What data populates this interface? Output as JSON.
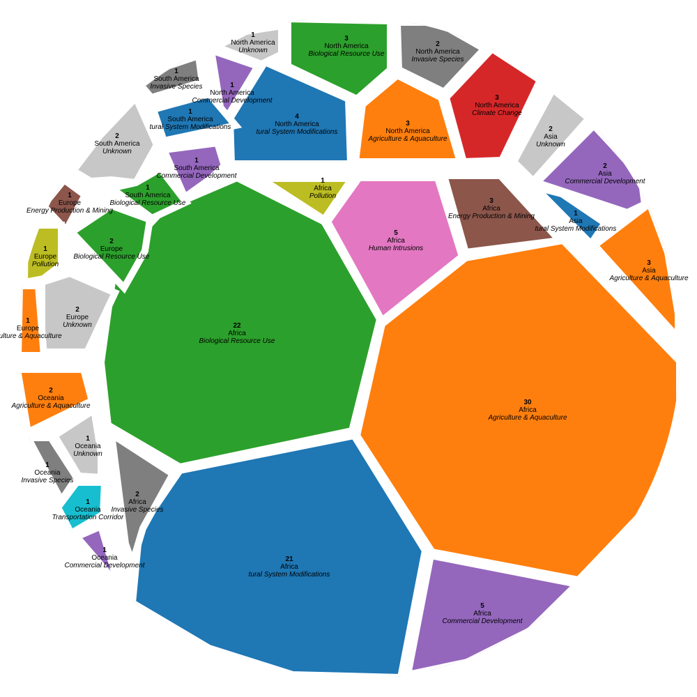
{
  "chart_data": {
    "type": "voronoi-treemap",
    "title": "",
    "colors": {
      "Agriculture & Aquaculture": "#ff7f0e",
      "Biological Resource Use": "#2ca02c",
      "Natural System Modifications": "#1f77b4",
      "Commercial Development": "#9467bd",
      "Invasive Species": "#7f7f7f",
      "Unknown": "#c7c7c7",
      "Energy Production & Mining": "#8c564b",
      "Pollution": "#bcbd22",
      "Human Intrusions": "#e377c2",
      "Climate Change": "#d62728",
      "Transportation Corridor": "#17becf"
    },
    "cells": [
      {
        "id": "af-agri",
        "count": "30",
        "region": "Africa",
        "category_label": "Agriculture & Aquaculture",
        "category": "Agriculture & Aquaculture"
      },
      {
        "id": "af-bio",
        "count": "22",
        "region": "Africa",
        "category_label": "Biological Resource Use",
        "category": "Biological Resource Use"
      },
      {
        "id": "af-nat",
        "count": "21",
        "region": "Africa",
        "category_label": "tural System Modifications",
        "category": "Natural System Modifications"
      },
      {
        "id": "af-com",
        "count": "5",
        "region": "Africa",
        "category_label": "Commercial Development",
        "category": "Commercial Development"
      },
      {
        "id": "af-hum",
        "count": "5",
        "region": "Africa",
        "category_label": "Human Intrusions",
        "category": "Human Intrusions"
      },
      {
        "id": "af-energy",
        "count": "3",
        "region": "Africa",
        "category_label": "Energy Production & Mining",
        "category": "Energy Production & Mining"
      },
      {
        "id": "af-inv",
        "count": "2",
        "region": "Africa",
        "category_label": "Invasive Species",
        "category": "Invasive Species"
      },
      {
        "id": "af-pol",
        "count": "1",
        "region": "Africa",
        "category_label": "Pollution",
        "category": "Pollution"
      },
      {
        "id": "na-nat",
        "count": "4",
        "region": "North America",
        "category_label": "tural System Modifications",
        "category": "Natural System Modifications"
      },
      {
        "id": "na-bio",
        "count": "3",
        "region": "North America",
        "category_label": "Biological Resource Use",
        "category": "Biological Resource Use"
      },
      {
        "id": "na-agri",
        "count": "3",
        "region": "North America",
        "category_label": "Agriculture & Aquaculture",
        "category": "Agriculture & Aquaculture"
      },
      {
        "id": "na-clim",
        "count": "3",
        "region": "North America",
        "category_label": "Climate Change",
        "category": "Climate Change"
      },
      {
        "id": "na-inv",
        "count": "2",
        "region": "North America",
        "category_label": "Invasive Species",
        "category": "Invasive Species"
      },
      {
        "id": "na-unk",
        "count": "1",
        "region": "North America",
        "category_label": "Unknown",
        "category": "Unknown"
      },
      {
        "id": "na-com",
        "count": "1",
        "region": "North America",
        "category_label": "Commercial Development",
        "category": "Commercial Development"
      },
      {
        "id": "as-agri",
        "count": "3",
        "region": "Asia",
        "category_label": "Agriculture & Aquaculture",
        "category": "Agriculture & Aquaculture"
      },
      {
        "id": "as-unk",
        "count": "2",
        "region": "Asia",
        "category_label": "Unknown",
        "category": "Unknown"
      },
      {
        "id": "as-com",
        "count": "2",
        "region": "Asia",
        "category_label": "Commercial Development",
        "category": "Commercial Development"
      },
      {
        "id": "as-nat",
        "count": "1",
        "region": "Asia",
        "category_label": "tural System Modifications",
        "category": "Natural System Modifications"
      },
      {
        "id": "sa-unk",
        "count": "2",
        "region": "South America",
        "category_label": "Unknown",
        "category": "Unknown"
      },
      {
        "id": "sa-inv",
        "count": "1",
        "region": "South America",
        "category_label": "Invasive Species",
        "category": "Invasive Species"
      },
      {
        "id": "sa-nat",
        "count": "1",
        "region": "South America",
        "category_label": "tural System Modifications",
        "category": "Natural System Modifications"
      },
      {
        "id": "sa-com",
        "count": "1",
        "region": "South America",
        "category_label": "Commercial Development",
        "category": "Commercial Development"
      },
      {
        "id": "sa-bio",
        "count": "1",
        "region": "South America",
        "category_label": "Biological Resource Use",
        "category": "Biological Resource Use"
      },
      {
        "id": "eu-bio",
        "count": "2",
        "region": "Europe",
        "category_label": "Biological Resource Use",
        "category": "Biological Resource Use"
      },
      {
        "id": "eu-unk",
        "count": "2",
        "region": "Europe",
        "category_label": "Unknown",
        "category": "Unknown"
      },
      {
        "id": "eu-energy",
        "count": "1",
        "region": "Europe",
        "category_label": "Energy Production & Mining",
        "category": "Energy Production & Mining"
      },
      {
        "id": "eu-pol",
        "count": "1",
        "region": "Europe",
        "category_label": "Pollution",
        "category": "Pollution"
      },
      {
        "id": "eu-agri",
        "count": "1",
        "region": "Europe",
        "category_label": "iculture & Aquaculture",
        "category": "Agriculture & Aquaculture"
      },
      {
        "id": "oc-agri",
        "count": "2",
        "region": "Oceania",
        "category_label": "Agriculture & Aquaculture",
        "category": "Agriculture & Aquaculture"
      },
      {
        "id": "oc-unk",
        "count": "1",
        "region": "Oceania",
        "category_label": "Unknown",
        "category": "Unknown"
      },
      {
        "id": "oc-inv",
        "count": "1",
        "region": "Oceania",
        "category_label": "Invasive Species",
        "category": "Invasive Species"
      },
      {
        "id": "oc-trans",
        "count": "1",
        "region": "Oceania",
        "category_label": "Transportation Corridor",
        "category": "Transportation Corridor"
      },
      {
        "id": "oc-com",
        "count": "1",
        "region": "Oceania",
        "category_label": "Commercial Development",
        "category": "Commercial Development"
      }
    ]
  }
}
